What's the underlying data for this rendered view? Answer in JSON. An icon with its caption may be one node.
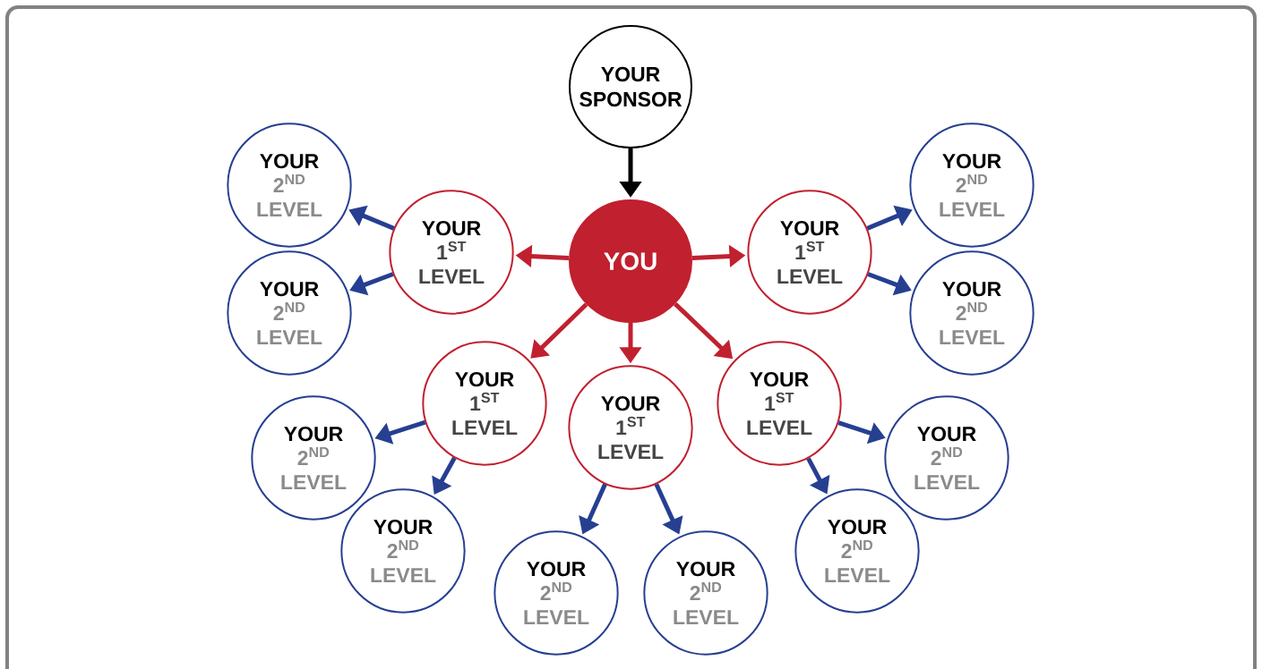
{
  "diagram": {
    "nodes": [
      {
        "text": [
          "YOUR SPONSOR"
        ]
      },
      {
        "text": [
          "YOU"
        ]
      },
      {
        "text": [
          "YOUR",
          "1$^{ST}$",
          "LEVEL"
        ]
      },
      {
        "text": [
          "YOUR",
          "1$^{ST}$",
          "LEVEL"
        ]
      },
      {
        "text": [
          "YOUR",
          "1$^{ST}$",
          "LEVEL"
        ]
      },
      {
        "text": [
          "YOUR",
          "1$^{ST}$",
          "LEVEL"
        ]
      },
      {
        "text": [
          "YOUR",
          "1$^{ST}$",
          "LEVEL"
        ]
      },
      {
        "text": [
          "YOUR",
          "2$^{ND}$",
          "LEVEL"
        ]
      },
      {
        "text": [
          "YOUR",
          "2$^{ND}$",
          "LEVEL"
        ]
      },
      {
        "text": [
          "YOUR",
          "2$^{ND}$",
          "LEVEL"
        ]
      },
      {
        "text": [
          "YOUR",
          "2$^{ND}$",
          "LEVEL"
        ]
      },
      {
        "text": [
          "YOUR",
          "2$^{ND}$",
          "LEVEL"
        ]
      },
      {
        "text": [
          "YOUR",
          "2$^{ND}$",
          "LEVEL"
        ]
      },
      {
        "text": [
          "YOUR",
          "2$^{ND}$",
          "LEVEL"
        ]
      },
      {
        "text": [
          "YOUR",
          "2$^{ND}$",
          "LEVEL"
        ]
      },
      {
        "text": [
          "YOUR",
          "2$^{ND}$",
          "LEVEL"
        ]
      },
      {
        "text": [
          "YOUR",
          "2$^{ND}$",
          "LEVEL"
        ]
      }
    ],
    "edges": [
      {
        "from": 0,
        "to": 1,
        "arrow": "to",
        "color": "#000000"
      },
      {
        "from": 1,
        "to": 2,
        "arrow": "to",
        "color": "#c1202f"
      },
      {
        "from": 1,
        "to": 3,
        "arrow": "to",
        "color": "#c1202f"
      },
      {
        "from": 1,
        "to": 4,
        "arrow": "to",
        "color": "#c1202f"
      },
      {
        "from": 1,
        "to": 5,
        "arrow": "to",
        "color": "#c1202f"
      },
      {
        "from": 1,
        "to": 6,
        "arrow": "to",
        "color": "#c1202f"
      },
      {
        "from": 2,
        "to": 7,
        "arrow": "to"
      },
      {
        "from": 2,
        "to": 8,
        "arrow": "to"
      },
      {
        "from": 3,
        "to": 9,
        "arrow": "to"
      },
      {
        "from": 3,
        "to": 10,
        "arrow": "to"
      },
      {
        "from": 4,
        "to": 11,
        "arrow": "to"
      },
      {
        "from": 4,
        "to": 12,
        "arrow": "to"
      },
      {
        "from": 5,
        "to": 13,
        "arrow": "to"
      },
      {
        "from": 5,
        "to": 14,
        "arrow": "to"
      },
      {
        "from": 6,
        "to": 15,
        "arrow": "to"
      },
      {
        "from": 6,
        "to": 16,
        "arrow": "to"
      }
    ]
  }
}
